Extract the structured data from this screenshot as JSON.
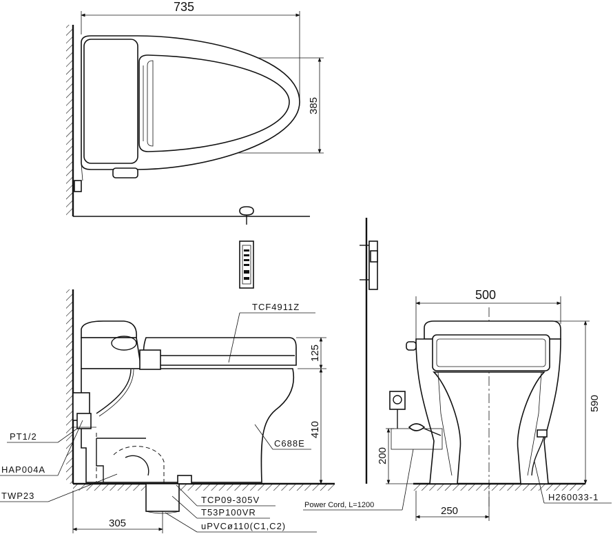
{
  "dimensions": {
    "top_width": "735",
    "top_depth": "385",
    "seat_height": "125",
    "bowl_height": "410",
    "front_width": "500",
    "total_height": "590",
    "cord_height": "200",
    "rough_in": "305",
    "supply_offset": "250"
  },
  "parts": {
    "washlet": "TCF4911Z",
    "bowl": "C688E",
    "valve": "PT1/2",
    "hose": "HAP004A",
    "flange": "TWP23",
    "adapter1": "TCP09-305V",
    "adapter2": "T53P100VR",
    "pipe": "uPVCø110(C1,C2)",
    "power_cord": "Power Cord, L=1200",
    "supply_hose": "H260033-1"
  },
  "colors": {
    "line": "#111111",
    "background": "#ffffff"
  }
}
